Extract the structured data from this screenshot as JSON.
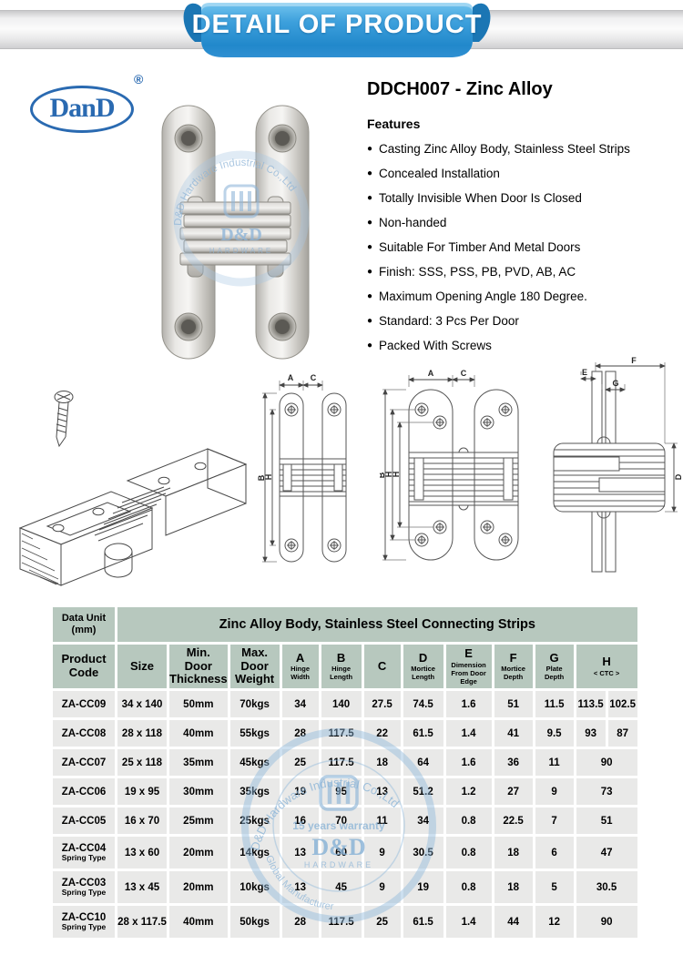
{
  "banner": {
    "title": "DETAIL OF PRODUCT"
  },
  "logo": {
    "text": "DanD",
    "registered": "®"
  },
  "product": {
    "title": "DDCH007 - Zinc Alloy",
    "features_heading": "Features",
    "bullet": "●",
    "features": [
      "Casting Zinc Alloy Body, Stainless Steel Strips",
      "Concealed Installation",
      "Totally Invisible When Door Is Closed",
      "Non-handed",
      "Suitable For Timber And Metal Doors",
      "Finish: SSS, PSS, PB, PVD, AB, AC",
      "Maximum Opening Angle 180 Degree.",
      "Standard: 3 Pcs Per Door",
      "Packed With Screws"
    ]
  },
  "dims": {
    "a": "A",
    "b": "B",
    "c": "C",
    "d": "D",
    "e": "E",
    "f": "F",
    "g": "G",
    "h": "H"
  },
  "watermark": {
    "arc_top": "D&D Hardware Industrial Co.,Ltd",
    "warranty": "15 years warranty",
    "brand": "D&D",
    "brand_sub": "HARDWARE",
    "arc_bottom": "Global Manufacturer"
  },
  "table": {
    "unit_label": "Data Unit\n(mm)",
    "title": "Zinc Alloy Body, Stainless Steel Connecting Strips",
    "columns": [
      {
        "main": "Product\nCode",
        "sub": ""
      },
      {
        "main": "Size",
        "sub": ""
      },
      {
        "main": "Min.\nDoor\nThickness",
        "sub": ""
      },
      {
        "main": "Max.\nDoor\nWeight",
        "sub": ""
      },
      {
        "main": "A",
        "sub": "Hinge\nWidth"
      },
      {
        "main": "B",
        "sub": "Hinge\nLength"
      },
      {
        "main": "C",
        "sub": ""
      },
      {
        "main": "D",
        "sub": "Mortice\nLength"
      },
      {
        "main": "E",
        "sub": "Dimension\nFrom Door Edge"
      },
      {
        "main": "F",
        "sub": "Mortice\nDepth"
      },
      {
        "main": "G",
        "sub": "Plate\nDepth"
      },
      {
        "main": "H",
        "sub": "< CTC >"
      }
    ],
    "rows": [
      {
        "code": "ZA-CC09",
        "type": "",
        "size": "34 x 140",
        "min_thickness": "50mm",
        "max_weight": "70kgs",
        "a": "34",
        "b": "140",
        "c": "27.5",
        "d": "74.5",
        "e": "1.6",
        "f": "51",
        "g": "11.5",
        "h1": "113.5",
        "h2": "102.5"
      },
      {
        "code": "ZA-CC08",
        "type": "",
        "size": "28 x 118",
        "min_thickness": "40mm",
        "max_weight": "55kgs",
        "a": "28",
        "b": "117.5",
        "c": "22",
        "d": "61.5",
        "e": "1.4",
        "f": "41",
        "g": "9.5",
        "h1": "93",
        "h2": "87"
      },
      {
        "code": "ZA-CC07",
        "type": "",
        "size": "25 x 118",
        "min_thickness": "35mm",
        "max_weight": "45kgs",
        "a": "25",
        "b": "117.5",
        "c": "18",
        "d": "64",
        "e": "1.6",
        "f": "36",
        "g": "11",
        "h1": "90"
      },
      {
        "code": "ZA-CC06",
        "type": "",
        "size": "19 x 95",
        "min_thickness": "30mm",
        "max_weight": "35kgs",
        "a": "19",
        "b": "95",
        "c": "13",
        "d": "51.2",
        "e": "1.2",
        "f": "27",
        "g": "9",
        "h1": "73"
      },
      {
        "code": "ZA-CC05",
        "type": "",
        "size": "16 x 70",
        "min_thickness": "25mm",
        "max_weight": "25kgs",
        "a": "16",
        "b": "70",
        "c": "11",
        "d": "34",
        "e": "0.8",
        "f": "22.5",
        "g": "7",
        "h1": "51"
      },
      {
        "code": "ZA-CC04",
        "type": "Spring Type",
        "size": "13 x 60",
        "min_thickness": "20mm",
        "max_weight": "14kgs",
        "a": "13",
        "b": "60",
        "c": "9",
        "d": "30.5",
        "e": "0.8",
        "f": "18",
        "g": "6",
        "h1": "47"
      },
      {
        "code": "ZA-CC03",
        "type": "Spring Type",
        "size": "13 x 45",
        "min_thickness": "20mm",
        "max_weight": "10kgs",
        "a": "13",
        "b": "45",
        "c": "9",
        "d": "19",
        "e": "0.8",
        "f": "18",
        "g": "5",
        "h1": "30.5"
      },
      {
        "code": "ZA-CC10",
        "type": "Spring Type",
        "size": "28 x 117.5",
        "min_thickness": "40mm",
        "max_weight": "50kgs",
        "a": "28",
        "b": "117.5",
        "c": "25",
        "d": "61.5",
        "e": "1.4",
        "f": "44",
        "g": "12",
        "h1": "90"
      }
    ]
  }
}
